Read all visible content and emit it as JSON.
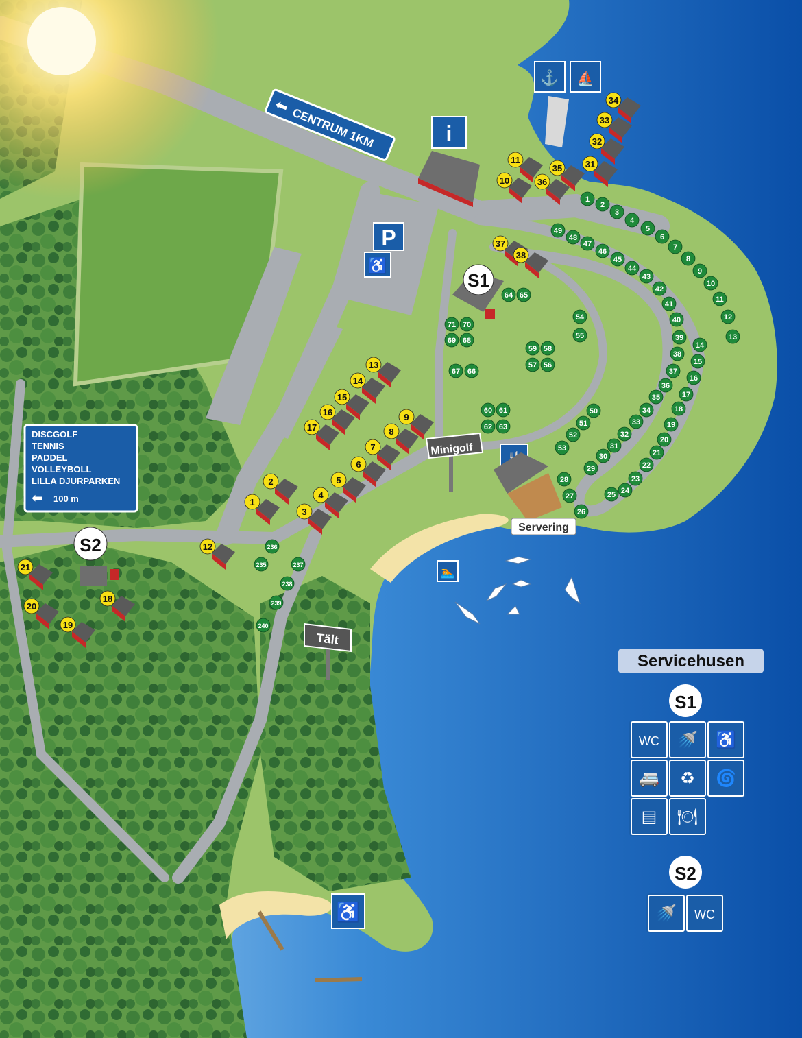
{
  "signs": {
    "centrum": "CENTRUM 1KM",
    "parking": "P",
    "info": "i",
    "minigolf": "Minigolf",
    "talt": "Tält",
    "servering": "Servering",
    "activities": [
      "DISCGOLF",
      "TENNIS",
      "PADDEL",
      "VOLLEYBOLL",
      "LILLA DJURPARKEN"
    ],
    "activities_distance": "100 m"
  },
  "service_houses": {
    "s1_label": "S1",
    "s2_label": "S2",
    "legend_title": "Servicehusen",
    "s1_icons": [
      "wc",
      "shower-icon",
      "wheelchair-icon",
      "camper-icon",
      "recycle-icon",
      "laundry-icon",
      "oven-icon",
      "dishwash-icon"
    ],
    "s2_icons": [
      "shower-icon",
      "wc"
    ],
    "wc_text": "WC"
  },
  "cabins": [
    "1",
    "2",
    "3",
    "4",
    "5",
    "6",
    "7",
    "8",
    "9",
    "10",
    "11",
    "12",
    "13",
    "14",
    "15",
    "16",
    "17",
    "18",
    "19",
    "20",
    "21",
    "31",
    "32",
    "33",
    "34",
    "35",
    "36",
    "37",
    "38"
  ],
  "campsites": [
    "1",
    "2",
    "3",
    "4",
    "5",
    "6",
    "7",
    "8",
    "9",
    "10",
    "11",
    "12",
    "13",
    "14",
    "15",
    "16",
    "17",
    "18",
    "19",
    "20",
    "21",
    "22",
    "23",
    "24",
    "25",
    "26",
    "27",
    "28",
    "29",
    "30",
    "31",
    "32",
    "33",
    "34",
    "35",
    "36",
    "37",
    "38",
    "39",
    "40",
    "41",
    "42",
    "43",
    "44",
    "45",
    "46",
    "47",
    "48",
    "49",
    "50",
    "51",
    "52",
    "53",
    "54",
    "55",
    "56",
    "57",
    "58",
    "59",
    "60",
    "61",
    "62",
    "63",
    "64",
    "65",
    "66",
    "67",
    "68",
    "69",
    "70",
    "71",
    "235",
    "236",
    "237",
    "238",
    "239",
    "240"
  ],
  "colors": {
    "sea": "#1f6fc0",
    "grass": "#9cc46a",
    "road": "#a9adb2",
    "cabin_marker": "#f7e014",
    "campsite_marker": "#1f8a3a",
    "sign_blue": "#1a5da8"
  }
}
